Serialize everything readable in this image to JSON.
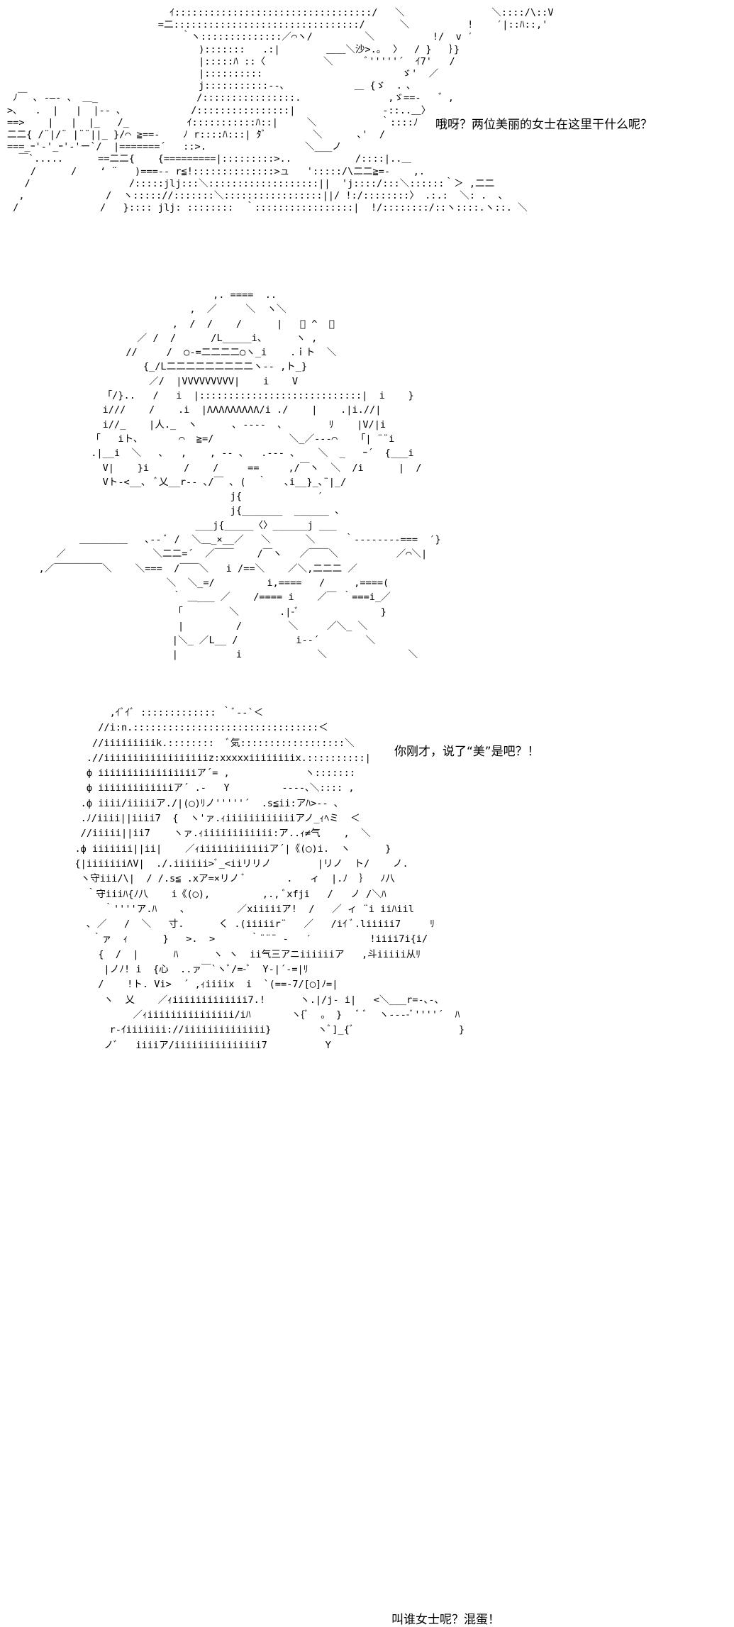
{
  "panels": [
    {
      "art": "                            ｲ::::::::::::::::::::::::::::::::::/   ＼               ＼::::/\\::V\n                          =二::::::::::::::::::::::::::::::::/      ＼          !    ′|::ﾊ::,'\n                              ｀ヽ::::::::::::::／⌒ヽ/         ＼          !/  v ′\n                                 ):::::::   .:|        ＿＿＼沙>.｡  〉  / }   ｝}\n                                 |:::::ﾊ ::〈          ＼      ﾞ'''''´  ｲ7'   /  \n                                 |::::::::::                        ゞ'  ／\n                                 j:::::::::::--､            ＿ {ゞ  ．､\n ﾉ￣ ､ -―- 、 ＿_                 /::::::::::::::::.               ,ゞ==-   ゛,\n>､   .  |   |  |-- ､            /::::::::::::::::|               -::..＿〉\n==>    |   |  |_   /_          ｲ:::::::::::ﾊ::|     ＼           ｀::::ﾉ\n二二{ /¨|/¨ |¨¨||_ }/⌒ ≧==-    ﾉ r::::ﾊ:::| ﾀﾞ        ＼      ､'  /\n===_ｰ'‐'_ｰ'‐'ー`/  |=======´   ::>.                 ＼___ノ\n  ￣`.....      ==二二{    {=========|:::::::::>..           /::::|..＿\n    /      /    ‘ ¨   )===-- r≦!::::::::::::::>ュ   ':::::/\\二二≧=-    ,.\n   /                 /:::::jlj:::＼:::::::::::::::::::||  'j::::/:::＼::::::｀＞ ,二二\n  ,              /  ヽ::::://:::::::＼:::::::::::::::::||/ !:/::::::::〉 .:.:  ＼: .  ､\n /              /   }:::: jlj: ::::::::  ｀:::::::::::::::::|  !/::::::::/::ヽ::::.ヽ::. ＼",
      "dialogue": "哦呀？两位美丽的女士在这里干什么呢？"
    },
    {
      "art": "                                 ,. ====  ..\n                             ,  ／     ＼  ヽ＼\n                          ,  /  /    /      |   ﾞ ^  ､\n                    ／ /  /      /L_____i、     ヽ ,\n                  //     /  ○-=二二二二○ヽ_i    .ｉト  ＼\n                     {_/L二二二二二二二二二ヽ-- ,ト_}\n                      ／/  |VVVVVVVVV|    i    V\n              「/}..   /   i  |::::::::::::::::::::::::::::|  i    }\n              i///    /    .i  |ΛΛΛΛΛΛΛΛΛ/i ./    |    .|i.//|\n              i//_    |人._  ヽ      ､ ----  ､        ﾘ    |V/|i\n            「   iト､       ⌒  ≧=/             ＼_／---⌒    ｢| ¨¨i\n            .|__i  ＼   ､   ,    , -- ､   .--- ､    ＼  _   ｰ´  {___i\n              V|    }i      /    /     ==     ,/￣ヽ  ＼  /i      |  /\n              Vト-<__､  ﾞ乂__r-- ､/￣ ､ (  ｀   ､i__}_､¨|_/\n                                    j{             ′\n                                    j{_______  ______ 、\n                              ___j{_____〈〉______j ___\n          ＿＿＿＿＿   ､-- ﾞ /  ＼＿_×__／   ＼      ＼     ｀--------===  ′}\n      ／               ＼二二=´  ／￣￣    /￣ヽ   ／￣￣＼          ／⌒＼|\n   ,／￣￣￣￣￣＼    ＼===  /￣￣＼   i /==＼    ／＼,二二二 ／\n                         ＼  ＼_=/         i,====   /     ,====(\n                          ｀ ＿___ ／    /==== i    ／￣ ｀===i_／\n                           ｢        ＼       .|-ﾞ              }\n                           |         /        ＼     ／＼_ ＼\n                          |＼_ ／L__ /          i--´        ＼\n                          |          i             ＼              ＼",
      "dialogue": "你刚才，说了“美”是吧？！"
    },
    {
      "art": "              ,ｲﾞｲﾞ ::::::::::::: ｀ﾞ--`＜\n            //i:n.::::::::::::::::::::::::::::::::＜\n           //iiiiiiiiik.::::::::  ﾞ気::::::::::::::::::＼\n          .//iiiiiiiiiiiiiiiiiiz:xxxxxiiiiiiiix.::::::::::|\n          ф iiiiiiiiiiiiiiiiiア´= ,             ヽ:::::::\n          ф iiiiiiiiiiiiiア´ .-   Y         ----､＼:::: ,\n         .ф iiii/iiiiiア./|(◯)ﾘノ'''''´  .s≦ii:アﾊ>-- ､\n         .ﾉ/iiii||iiii7  {  ヽ'ァ.ｨiiiiiiiiiiiiアノ_ｨﾍミ  ＜\n         //iiiii||ii7    ヽァ.ｨiiiiiiiiiiii:ア..ｨ≠气    ,  ＼\n        .ф iiiiiii||ii|    ／ｨiiiiiiiiiiiiア´|《(◯)i.  ヽ      }\n        {|iiiiiiiΛV|  ./.iiiiii>ﾞ_<iiリリノ        |リノ  ト/    ノ.\n         ヽ守iii/\\|  / /.s≦ .xア=×リノ ﾞ       .   ィ  |.ﾉ  ｝  ﾉ八\n          ｀守iiiﾊ{ﾉ八    i《(◯),         ,., ﾞxfji   /   ノ /＼ﾊ\n             ｀''''ア.ﾊ    ､         ／xiiiiiア!  /   ／ ィ ¨i iiﾊiil\n          ､ ／   /  ＼   寸.      く .(iiiiir¨   ／   /iｲ ﾞ.liiiii7     ﾘ\n           ｀ァ  ｨ      }   >.  >      ｀¨¨¨ -   ′          !iiii7i{i/\n            {  /  |      ﾊ      ヽ ヽ  ii气三アニiiiiiiア   ,斗iiiii从ﾘ\n             |ノﾉ! i  {心  ..ァ￣`ヽﾞ/=-ﾞ  Y-|´-=|ﾘ\n            /    !ト. Vi>  ´ ,ｨiiiix  i  `(==-7/[◯]ﾉ=|\n             ヽ  乂    ／ｨiiiiiiiiiiiii7.!      ヽ.|/j- i|   <＼___r=-､-､\n                  ／ｨiiiiiiiiiiiiiii/iﾊ       ヽ{ﾞ  。 }   ﾞ ﾞ  ヽ----ﾞ''''´  ﾊ\n              r-ｲiiiiiii://iiiiiiiiiiiiii}        ヽﾞ]_{ﾞ                  }\n             ノﾞ   iiiiア/iiiiiiiiiiiiiii7          Y                    ",
      "dialogue": "叫谁女士呢？混蛋！"
    }
  ]
}
